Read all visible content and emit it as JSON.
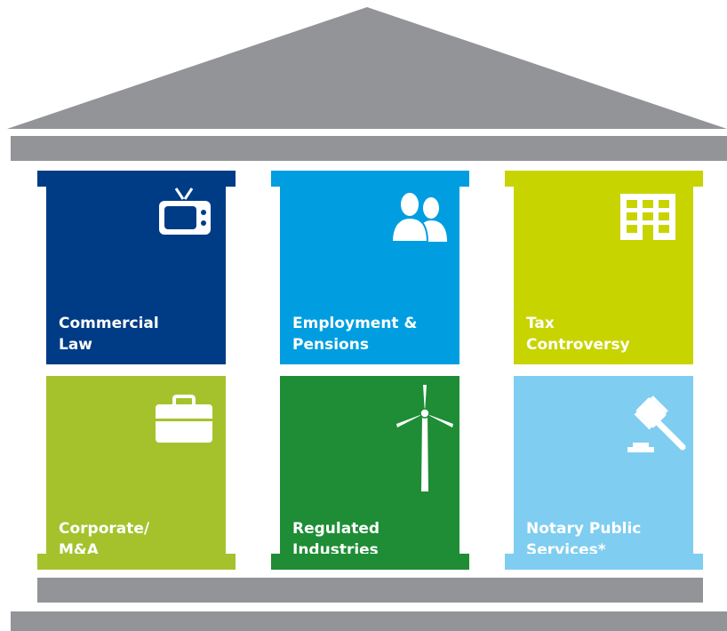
{
  "pillars": {
    "commercial": {
      "line1": "Commercial",
      "line2": "Law",
      "color": "#003c85",
      "icon": "tv-icon"
    },
    "employment": {
      "line1": "Employment &",
      "line2": "Pensions",
      "color": "#009ee0",
      "icon": "people-icon"
    },
    "tax": {
      "line1": "Tax",
      "line2": "Controversy",
      "color": "#c8d400",
      "icon": "building-icon"
    },
    "corporate": {
      "line1": "Corporate/",
      "line2": "M&A",
      "color": "#a5c22d",
      "icon": "briefcase-icon"
    },
    "regulated": {
      "line1": "Regulated",
      "line2": "Industries",
      "color": "#1e8d35",
      "icon": "wind-turbine-icon"
    },
    "notary": {
      "line1": "Notary Public",
      "line2": "Services*",
      "color": "#7fcdf1",
      "icon": "gavel-icon"
    }
  },
  "structure_color": "#929497"
}
